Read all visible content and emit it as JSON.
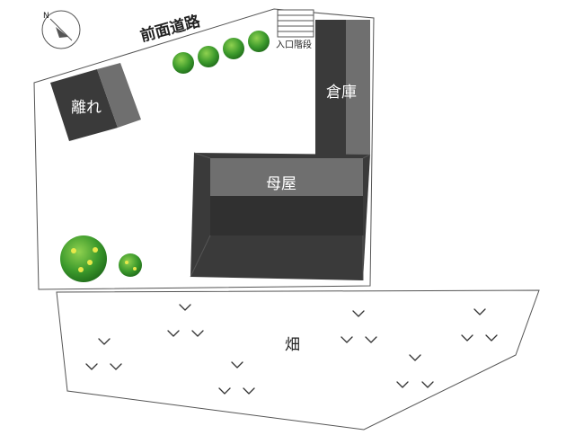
{
  "labels": {
    "road": "前面道路",
    "entrance_steps": "入口階段",
    "annex": "離れ",
    "warehouse": "倉庫",
    "main_house": "母屋",
    "field": "畑",
    "compass_north": "N"
  },
  "colors": {
    "roof_dark": "#3a3a3a",
    "roof_light": "#6f6f6f",
    "outline": "#444444",
    "tree_green": "#3c9a2c",
    "field_mark": "#333333"
  },
  "icons": {
    "compass": "compass-icon",
    "tree": "tree-icon",
    "crop_mark": "crop-mark-icon"
  }
}
